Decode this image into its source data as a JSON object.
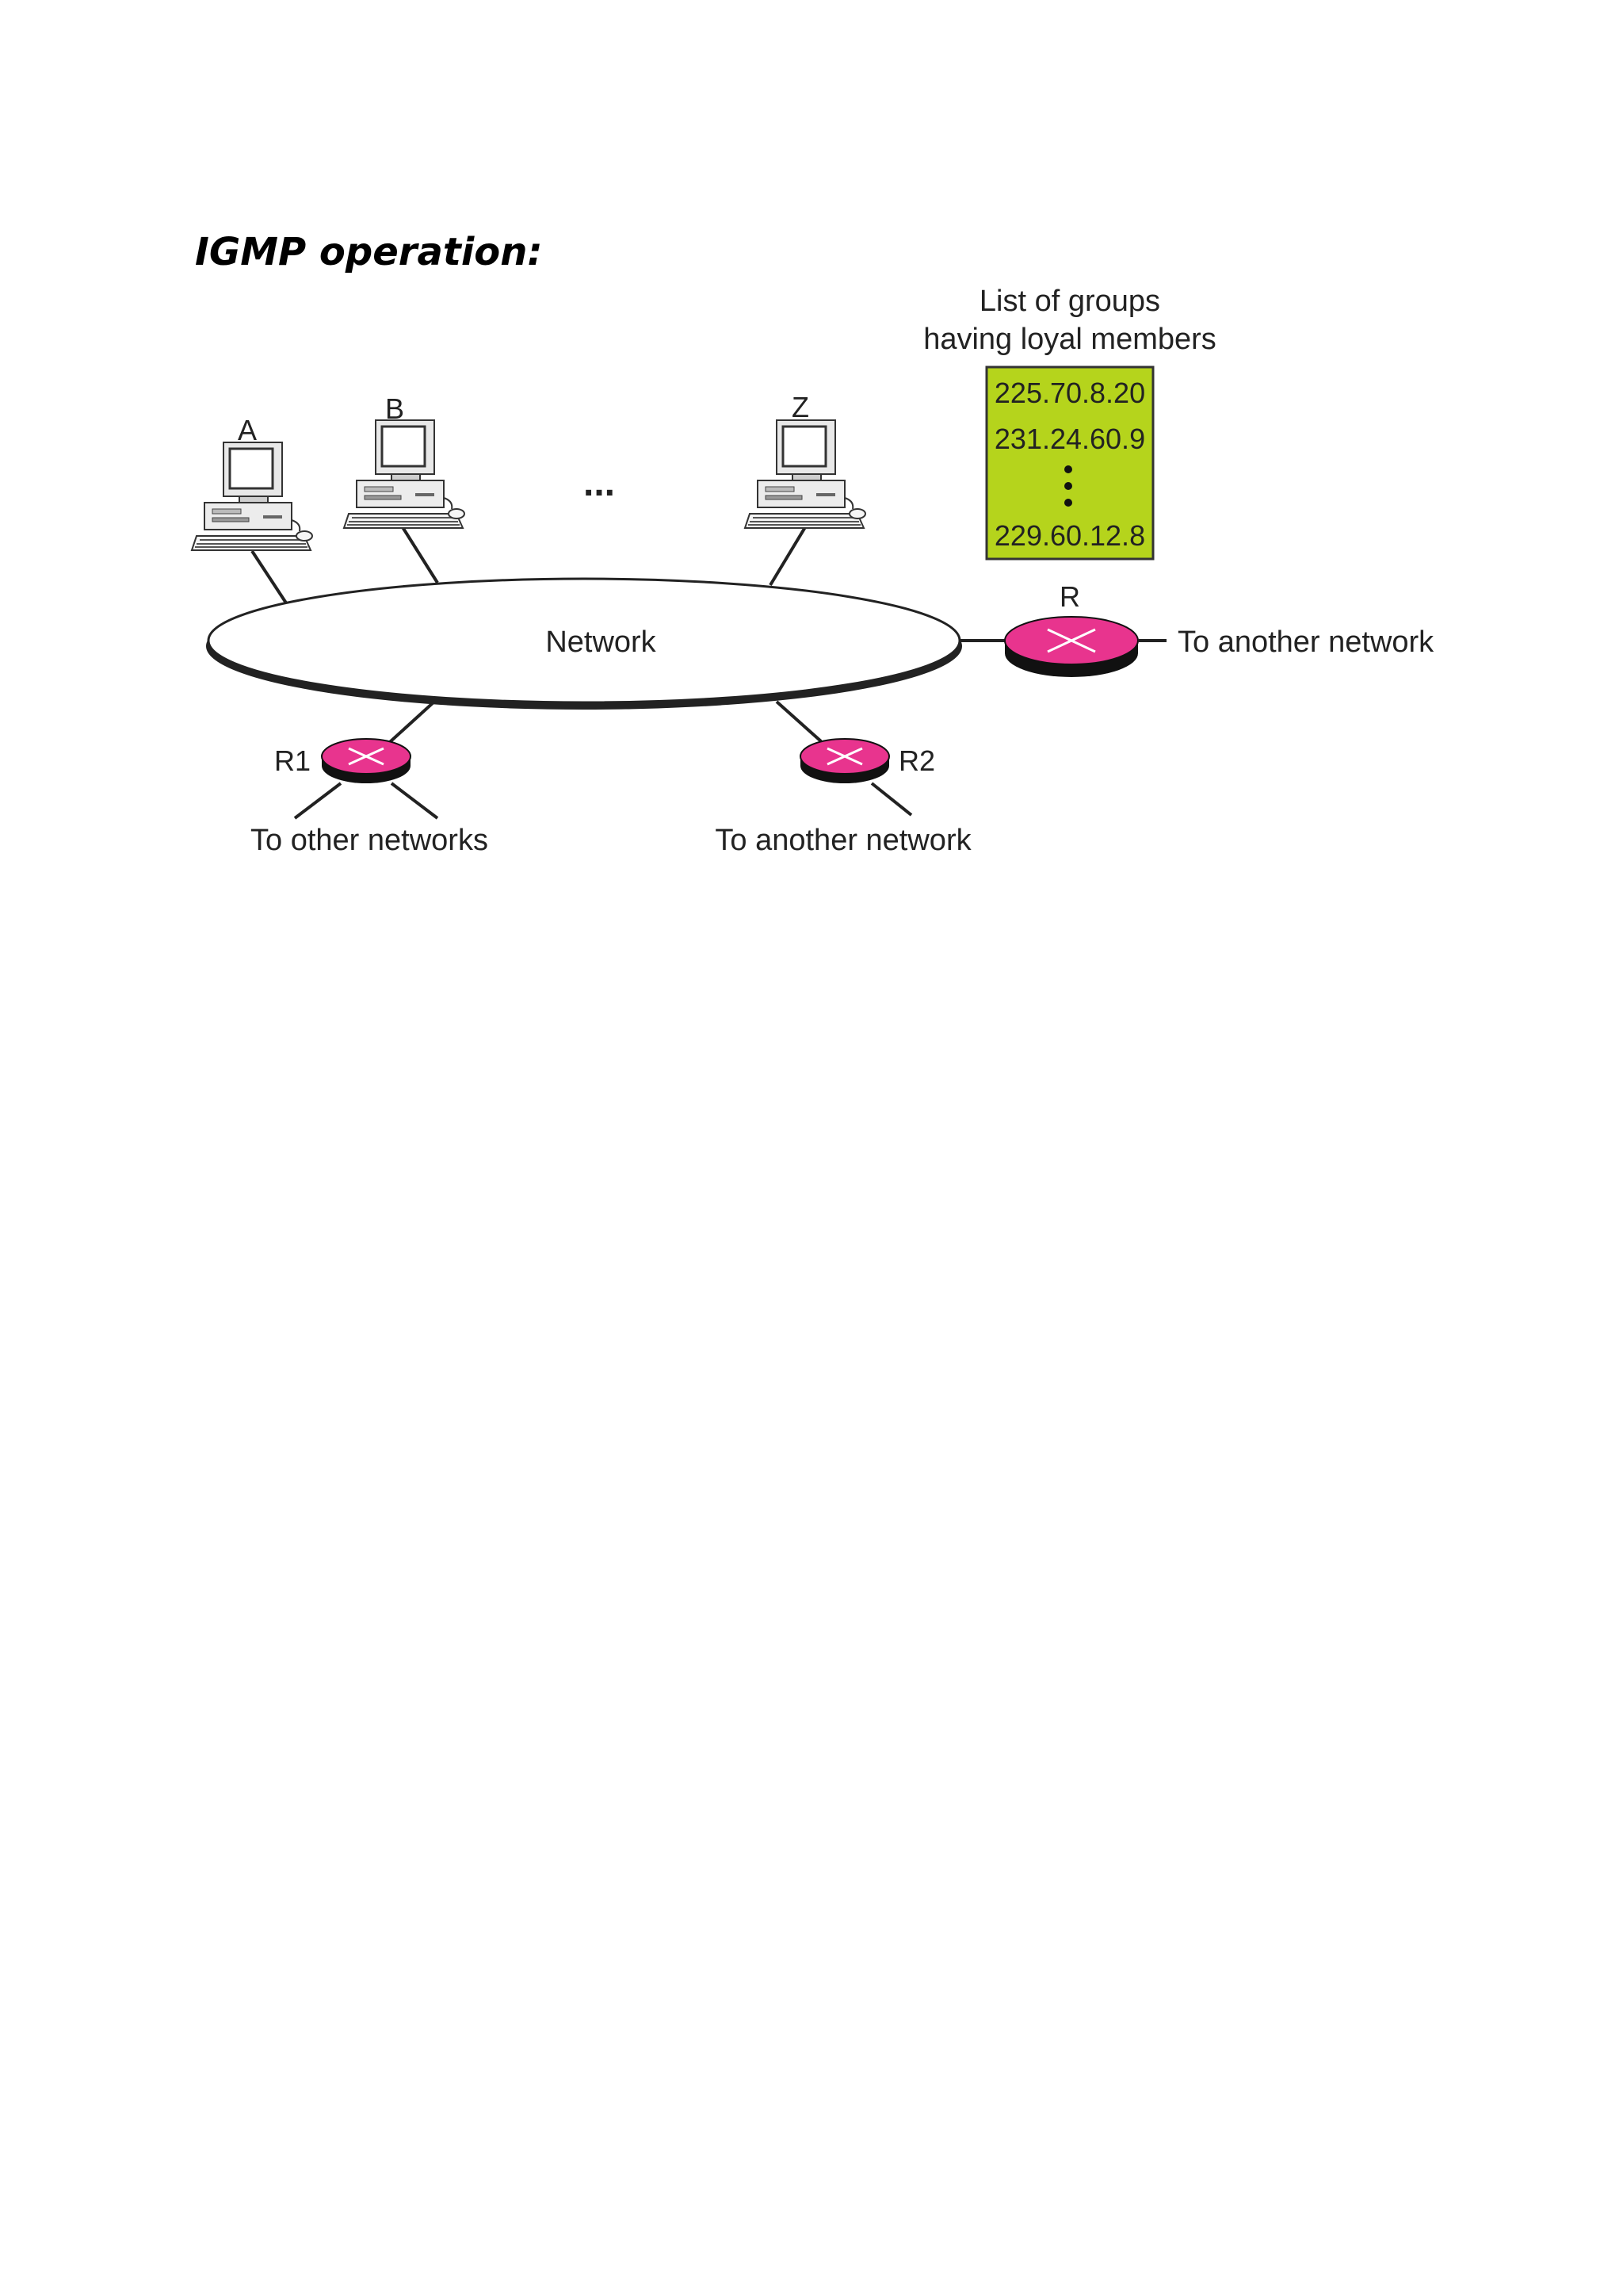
{
  "page": {
    "title": "IGMP operation:"
  },
  "diagram": {
    "group_list": {
      "caption_line1": "List of groups",
      "caption_line2": "having loyal members",
      "entries": [
        "225.70.8.20",
        "231.24.60.9",
        "229.60.12.8"
      ],
      "fill_color": "#b5d41c"
    },
    "hosts": {
      "a": "A",
      "b": "B",
      "z": "Z",
      "ellipsis": "..."
    },
    "network_label": "Network",
    "routers": {
      "r": {
        "label": "R",
        "link": "To another network"
      },
      "r1": {
        "label": "R1",
        "link": "To other networks"
      },
      "r2": {
        "label": "R2",
        "link": "To another network"
      },
      "color": "#e8348e"
    }
  }
}
